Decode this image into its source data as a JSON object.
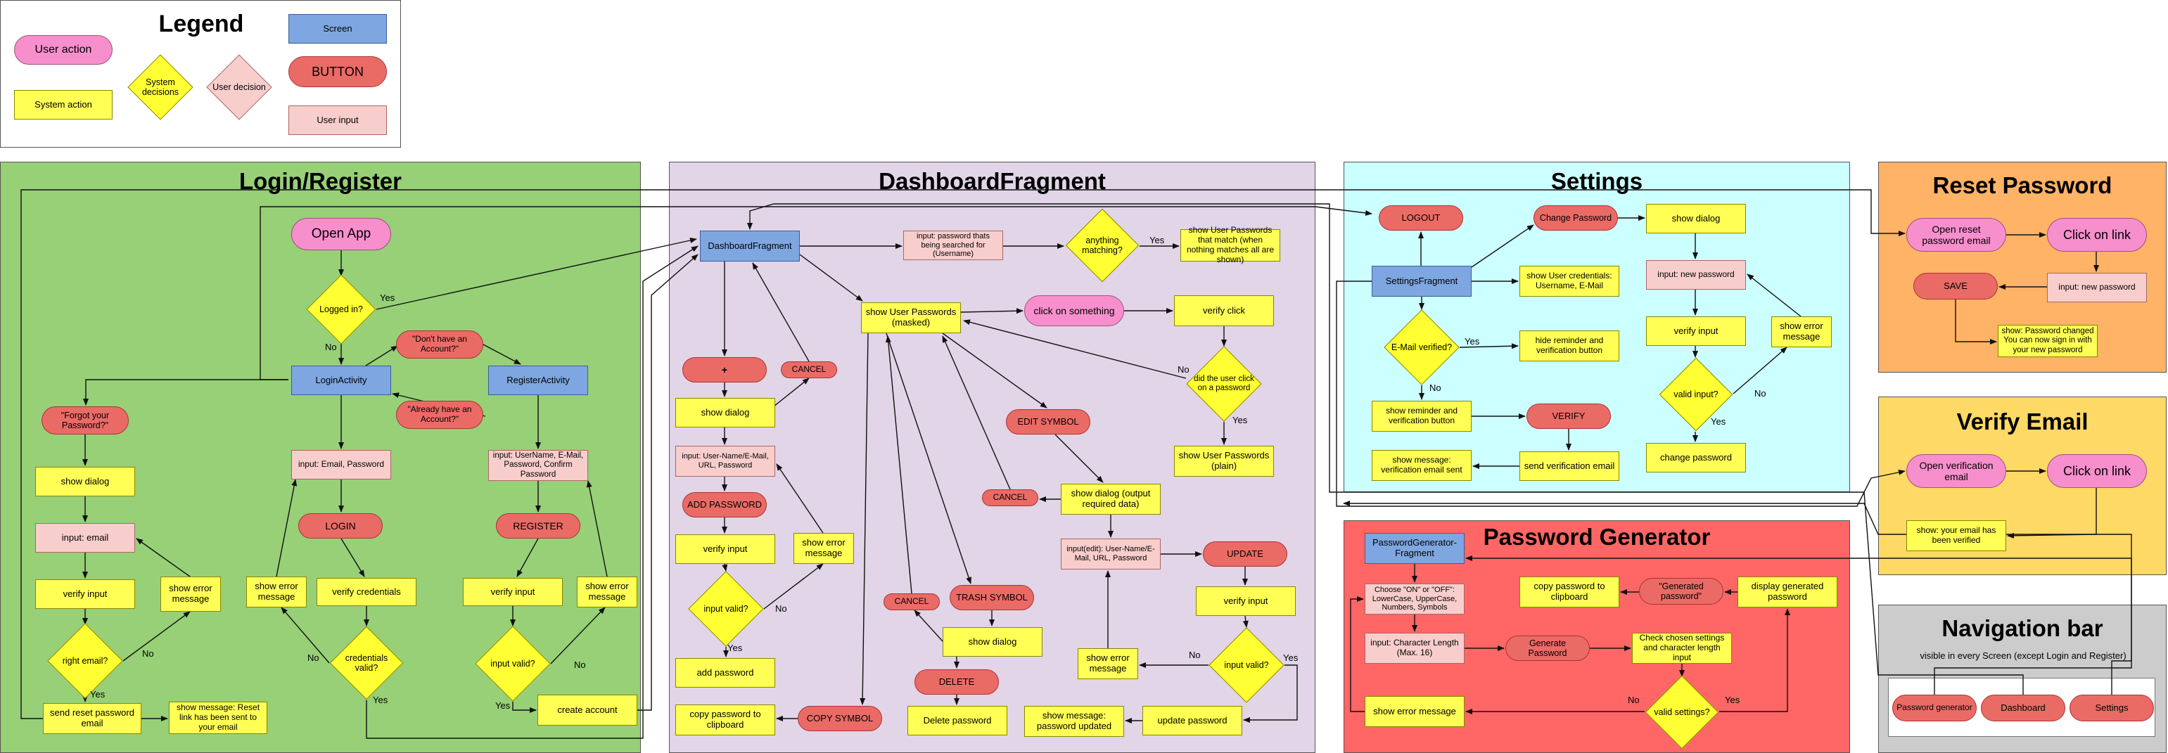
{
  "legend": {
    "title": "Legend",
    "items": {
      "user_action": "User action",
      "screen": "Screen",
      "system_action": "System action",
      "system_decisions": "System decisions",
      "user_decision": "User decision",
      "button": "BUTTON",
      "user_input": "User input"
    }
  },
  "sections": {
    "login": "Login/Register",
    "dashboard": "DashboardFragment",
    "settings": "Settings",
    "reset": "Reset Password",
    "verify": "Verify Email",
    "generator": "Password Generator",
    "navbar": "Navigation bar",
    "navbar_subtitle": "visible in every Screen (except Login and Register)"
  },
  "nodes": {
    "open_app": "Open App",
    "logged_in": "Logged in?",
    "dont_have": "\"Don't have an Account?\"",
    "already_have": "\"Already have an Account?\"",
    "login_activity": "LoginActivity",
    "register_activity": "RegisterActivity",
    "forgot_password": "\"Forgot your Password?\"",
    "show_dialog_login": "show dialog",
    "input_email": "input: email",
    "verify_input_login": "verify input",
    "show_error_forgot": "show error message",
    "right_email": "right email?",
    "send_reset": "send reset password email",
    "show_reset_msg": "show message: Reset link has been sent to your email",
    "input_email_password": "input: Email, Password",
    "login_btn": "LOGIN",
    "show_error_login": "show error message",
    "verify_credentials": "verify credentials",
    "credentials_valid": "credentials valid?",
    "input_register": "input: UserName, E-Mail, Password, Confirm Password",
    "register_btn": "REGISTER",
    "verify_input_register": "verify input",
    "show_error_register": "show error message",
    "input_valid_register": "input valid?",
    "create_account": "create account",
    "dashboard_fragment": "DashboardFragment",
    "input_search": "input: password thats being searched for (Username)",
    "anything_matching": "anything matching?",
    "show_matching": "show User Passwords that match (when nothing matches all are shown)",
    "show_masked": "show User Passwords (masked)",
    "click_something": "click on something",
    "verify_click": "verify click",
    "did_click": "did the user click on a password",
    "show_plain": "show User Passwords (plain)",
    "plus_btn": "+",
    "cancel_add": "CANCEL",
    "show_dialog_add": "show dialog",
    "input_add": "input: User-Name/E-Mail, URL, Password",
    "add_password_btn": "ADD PASSWORD",
    "verify_input_add": "verify input",
    "show_error_add": "show error message",
    "input_valid_add": "input valid?",
    "add_password": "add password",
    "copy_clipboard_dash": "copy password to clipboard",
    "copy_symbol": "COPY SYMBOL",
    "edit_symbol": "EDIT SYMBOL",
    "cancel_edit": "CANCEL",
    "show_dialog_output": "show dialog (output required data)",
    "input_edit": "input(edit): User-Name/E-Mail, URL, Password",
    "update_btn": "UPDATE",
    "verify_input_update": "verify input",
    "input_valid_update": "input valid?",
    "show_error_update": "show error message",
    "update_password": "update password",
    "show_updated": "show message: password updated",
    "cancel_trash": "CANCEL",
    "trash_symbol": "TRASH SYMBOL",
    "show_dialog_trash": "show dialog",
    "delete_btn": "DELETE",
    "delete_password": "Delete password",
    "logout_btn": "LOGOUT",
    "change_password_btn": "Change Password",
    "show_dialog_settings": "show dialog",
    "settings_fragment": "SettingsFragment",
    "show_credentials": "show User credentials: Username, E-Mail",
    "input_new_password": "input: new password",
    "email_verified": "E-Mail verified?",
    "hide_reminder": "hide reminder and verification button",
    "verify_input_settings": "verify input",
    "show_error_settings": "show error message",
    "valid_input": "valid input?",
    "show_reminder": "show reminder and verification button",
    "verify_btn": "VERIFY",
    "change_password": "change password",
    "show_verification_sent": "show message: verification email sent",
    "send_verification": "send verification email",
    "open_reset_email": "Open reset password email",
    "click_link_reset": "Click on link",
    "save_btn": "SAVE",
    "input_new_password_reset": "input: new password",
    "show_changed": "show: Password changed You can now sign in with your new password",
    "open_verification_email": "Open verification email",
    "click_link_verify": "Click on link",
    "show_verified": "show: your email has been verified",
    "pg_fragment": "PasswordGenerator-Fragment",
    "choose_settings": "Choose \"ON\" or \"OFF\": LowerCase, UpperCase, Numbers, Symbols",
    "input_char_length": "input: Character Length (Max. 16)",
    "generate_btn": "Generate Password",
    "check_settings": "Check chosen settings and character length input",
    "valid_settings": "valid settings?",
    "show_error_pg": "show error message",
    "display_generated": "display generated password",
    "generated_btn": "\"Generated password\"",
    "copy_clipboard_pg": "copy password to clipboard",
    "nav_pg": "Password generator",
    "nav_dashboard": "Dashboard",
    "nav_settings": "Settings"
  },
  "edge_labels": {
    "yes": "Yes",
    "no": "No"
  },
  "colors": {
    "login_bg": "#97d077",
    "dashboard_bg": "#e1d5e7",
    "settings_bg": "#ccffff",
    "reset_bg": "#ffb366",
    "verify_bg": "#ffd966",
    "generator_bg": "#ff6666",
    "navbar_bg": "#cccccc"
  }
}
